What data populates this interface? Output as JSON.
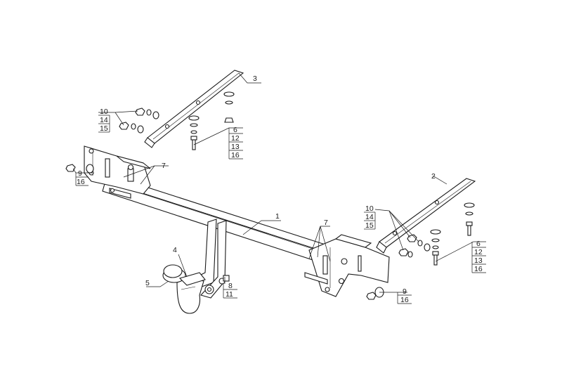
{
  "callouts": [
    {
      "id": "c-1",
      "text": "1"
    },
    {
      "id": "c-2",
      "text": "2"
    },
    {
      "id": "c-3",
      "text": "3"
    },
    {
      "id": "c-4",
      "text": "4"
    },
    {
      "id": "c-5",
      "text": "5"
    },
    {
      "id": "c-6a",
      "text": "6"
    },
    {
      "id": "c-12a",
      "text": "12"
    },
    {
      "id": "c-13a",
      "text": "13"
    },
    {
      "id": "c-16a",
      "text": "16"
    },
    {
      "id": "c-6b",
      "text": "6"
    },
    {
      "id": "c-12b",
      "text": "12"
    },
    {
      "id": "c-13b",
      "text": "13"
    },
    {
      "id": "c-16b",
      "text": "16"
    },
    {
      "id": "c-7a",
      "text": "7"
    },
    {
      "id": "c-7b",
      "text": "7"
    },
    {
      "id": "c-8",
      "text": "8"
    },
    {
      "id": "c-11",
      "text": "11"
    },
    {
      "id": "c-9a",
      "text": "9"
    },
    {
      "id": "c-16c",
      "text": "16"
    },
    {
      "id": "c-9b",
      "text": "9"
    },
    {
      "id": "c-16d",
      "text": "16"
    },
    {
      "id": "c-10a",
      "text": "10"
    },
    {
      "id": "c-14a",
      "text": "14"
    },
    {
      "id": "c-15a",
      "text": "15"
    },
    {
      "id": "c-10b",
      "text": "10"
    },
    {
      "id": "c-14b",
      "text": "14"
    },
    {
      "id": "c-15b",
      "text": "15"
    }
  ]
}
